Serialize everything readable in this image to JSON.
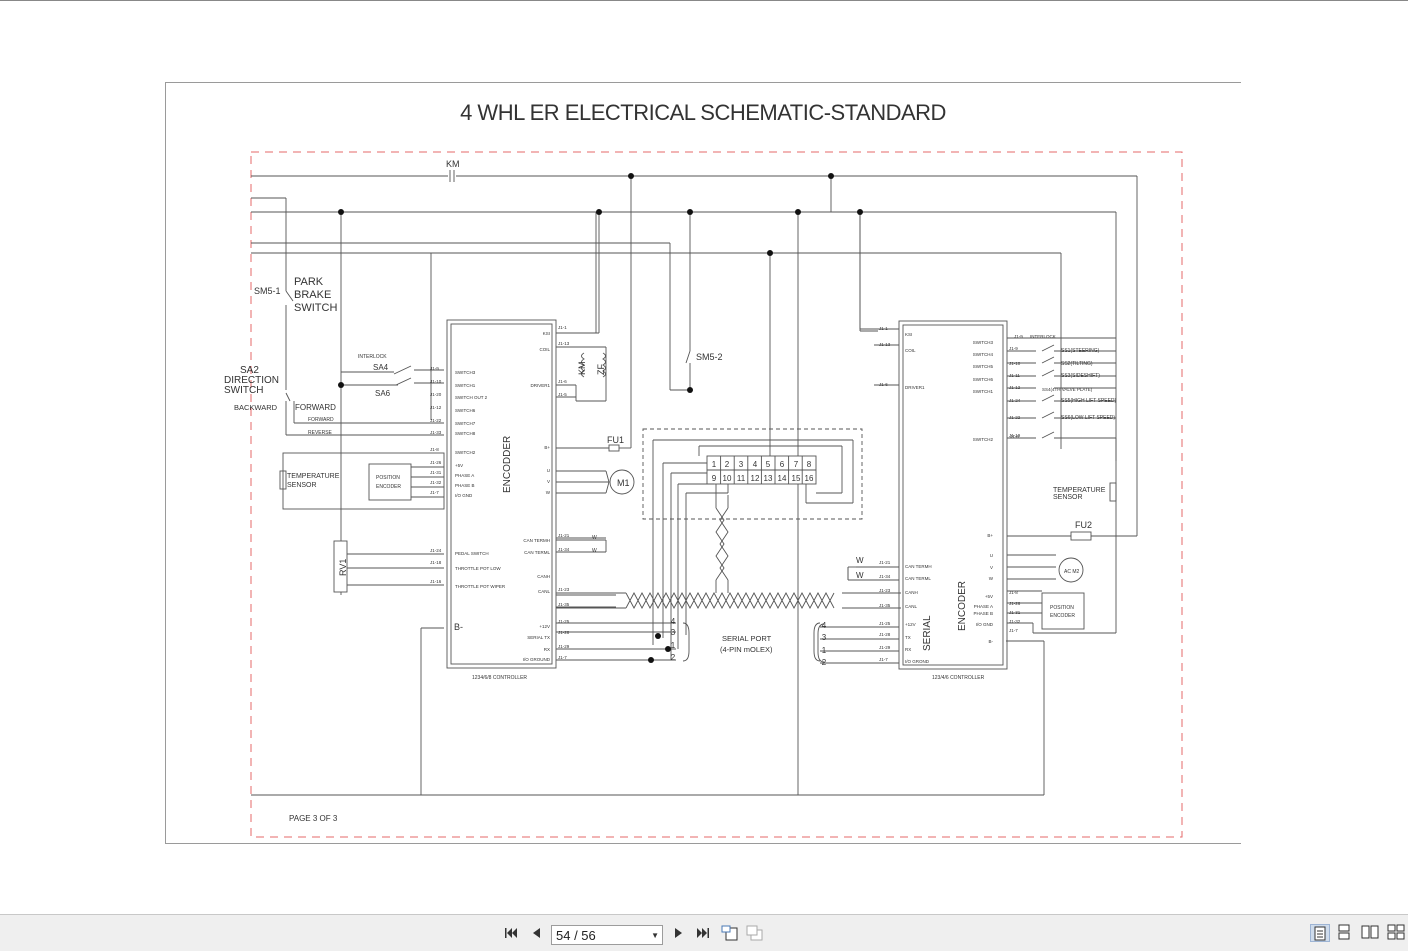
{
  "diagram": {
    "title": "4 WHL ER ELECTRICAL SCHEMATIC-STANDARD",
    "page_label": "PAGE 3 OF 3",
    "left_controller": {
      "name": "ENCODDER",
      "caption": "1234/6/8 CONTROLLER",
      "pins_right": [
        "KSI",
        "COIL",
        "DRIVER1",
        "B+",
        "U",
        "V",
        "W",
        "CAN TERMH",
        "CAN TERML",
        "CANH",
        "CANL",
        "+12V",
        "SERIAL TX",
        "RX",
        "I/O GROUND"
      ],
      "pins_left": [
        "SWITCH3",
        "SWITCH1",
        "SWITCH OUT 2",
        "SWITCH6",
        "SWITCH7",
        "SWITCH8",
        "SWITCH2",
        "+5V",
        "PHASE A",
        "PHASE B",
        "I/O GND",
        "PEDAL SWITCH",
        "THROTTLE POT LOW",
        "THROTTLE POT WIPER"
      ],
      "j_right": [
        "J1-1",
        "J1-13",
        "J1-6",
        "J1-5",
        "J1-21",
        "J1-34",
        "J1-23",
        "J1-35",
        "J1-25",
        "J1-28",
        "J1-29",
        "J1-7"
      ],
      "j_left": [
        "J1-9",
        "J1-10",
        "J1-20",
        "J1-12",
        "J1-22",
        "J1-33",
        "J1-8",
        "J1-26",
        "J1-31",
        "J1-32",
        "J1-7",
        "J1-24",
        "J1-18",
        "J1-16"
      ]
    },
    "right_controller": {
      "name": "ENCODER",
      "serial": "SERIAL",
      "caption": "123/4/6 CONTROLLER",
      "pins_left": [
        "KSI",
        "COIL",
        "DRIVER1",
        "CAN TERMH",
        "CAN TERML",
        "CANH",
        "CANL",
        "+12V",
        "TX",
        "RX",
        "I/O GROND"
      ],
      "pins_right": [
        "SWITCH3",
        "SWITCH4",
        "SWITCH5",
        "SWITCH6",
        "SWITCH1",
        "SWITCH2",
        "B+",
        "U",
        "V",
        "W",
        "+5V",
        "PHASE A",
        "PHASE B",
        "I/O GND",
        "B-"
      ],
      "j_left": [
        "J1-1",
        "J1-13",
        "J1-6",
        "J1-21",
        "J1-34",
        "J1-23",
        "J1-35",
        "J1-25",
        "J1-28",
        "J1-29",
        "J1-7"
      ],
      "j_right": [
        "J1-9",
        "J1-10",
        "J1-11",
        "J1-12",
        "J1-24",
        "J1-22",
        "J1-19",
        "J1-8",
        "J1-26",
        "J1-31",
        "J1-32",
        "J1-7"
      ]
    },
    "labels": {
      "km": "KM",
      "sm51": "SM5-1",
      "park": [
        "PARK",
        "BRAKE",
        "SWITCH"
      ],
      "sa2": [
        "SA2",
        "DIRECTION",
        "SWITCH"
      ],
      "backward": "BACKWARD",
      "forward": "FORWARD",
      "forward_small": "FORWARD",
      "reverse_small": "REVERSE",
      "interlock": "INTERLOCK",
      "sa4": "SA4",
      "sa6": "SA6",
      "temp_sensor": [
        "TEMPERATURE",
        "SENSOR"
      ],
      "position_encoder": [
        "POSITION",
        "ENCODER"
      ],
      "rv1": "RV1",
      "bminus": "B-",
      "km_coil": "KM",
      "zf": "ZF",
      "sm52": "SM5-2",
      "fu1": "FU1",
      "fu2": "FU2",
      "m1": "M1",
      "acm2": "AC M2",
      "w": "W",
      "serial_port": [
        "SERIAL PORT",
        "(4-PIN mOLEX)"
      ],
      "serial_nums_left": [
        "4",
        "3",
        "1",
        "2"
      ],
      "serial_nums_right": [
        "4",
        "3",
        "1",
        "2"
      ],
      "connector_top": [
        "1",
        "2",
        "3",
        "4",
        "5",
        "6",
        "7",
        "8"
      ],
      "connector_bot": [
        "9",
        "10",
        "11",
        "12",
        "13",
        "14",
        "15",
        "16"
      ],
      "j19": "J1-9",
      "interlock_r": "INTERLOCK",
      "ss1": "SS1(STEERING)",
      "ss2": "SS2(TILTING)",
      "ss3": "SS3(SIDESHIFT)",
      "ss4": "SS4(4TH VALVE PLATE)",
      "ss5": "SS5(HIGH LIFT SPEED)",
      "ss6": "SS6(LOW LIFT SPEED)",
      "j16r": "J1-6"
    }
  },
  "toolbar": {
    "page_indicator": "54 / 56"
  }
}
